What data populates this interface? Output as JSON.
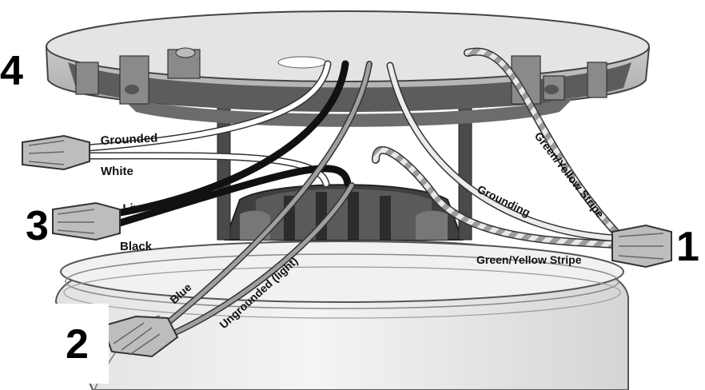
{
  "steps": {
    "one": "1",
    "two": "2",
    "three": "3",
    "four": "4"
  },
  "wire_labels": {
    "grounded": "Grounded",
    "white": "White",
    "live": "Live",
    "black": "Black",
    "blue": "Blue",
    "ungrounded": "Ungrounded (light)",
    "grounding": "Grounding",
    "gy_stripe_upper": "Green/Yellow Stripe",
    "gy_stripe_lower": "Green/Yellow Stripe"
  },
  "colors": {
    "white_wire": "#ffffff",
    "black_wire": "#111111",
    "blue_wire": "#9a9a9a",
    "ground_wire": "#cfcfcf",
    "canopy": "#c9c9c9",
    "canopy_dark": "#555555",
    "globe": "#ececec"
  }
}
